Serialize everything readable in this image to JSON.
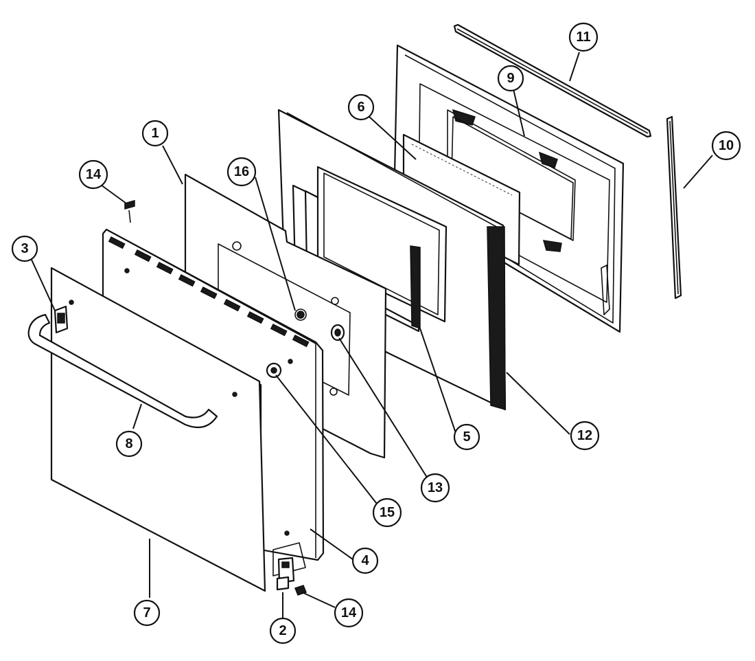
{
  "diagram": {
    "subject": "Oven door assembly, exploded view",
    "callouts": [
      {
        "id": "c1",
        "label": "1"
      },
      {
        "id": "c2",
        "label": "2"
      },
      {
        "id": "c3",
        "label": "3"
      },
      {
        "id": "c4",
        "label": "4"
      },
      {
        "id": "c5",
        "label": "5"
      },
      {
        "id": "c6",
        "label": "6"
      },
      {
        "id": "c7",
        "label": "7"
      },
      {
        "id": "c8",
        "label": "8"
      },
      {
        "id": "c9",
        "label": "9"
      },
      {
        "id": "c10",
        "label": "10"
      },
      {
        "id": "c11",
        "label": "11"
      },
      {
        "id": "c12",
        "label": "12"
      },
      {
        "id": "c13",
        "label": "13"
      },
      {
        "id": "c14a",
        "label": "14"
      },
      {
        "id": "c14b",
        "label": "14"
      },
      {
        "id": "c15",
        "label": "15"
      },
      {
        "id": "c16",
        "label": "16"
      }
    ]
  },
  "colors": {
    "ink": "#111111",
    "paper": "#ffffff"
  }
}
